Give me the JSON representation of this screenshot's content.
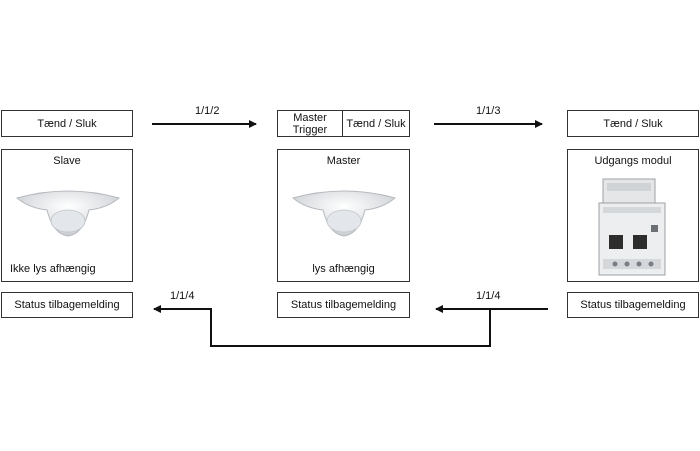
{
  "left": {
    "top_label": "Tænd / Sluk",
    "title": "Slave",
    "caption": "Ikke lys afhængig",
    "status_label": "Status tilbagemelding",
    "device_icon": "motion-sensor-icon"
  },
  "middle": {
    "trigger_label_line1": "Master",
    "trigger_label_line2": "Trigger",
    "top_label": "Tænd / Sluk",
    "title": "Master",
    "caption": "lys afhængig",
    "status_label": "Status tilbagemelding",
    "device_icon": "motion-sensor-icon"
  },
  "right": {
    "top_label": "Tænd / Sluk",
    "title": "Udgangs modul",
    "status_label": "Status tilbagemelding",
    "device_icon": "din-rail-module-icon"
  },
  "links": {
    "slave_to_master": "1/1/2",
    "master_to_output": "1/1/3",
    "status_right": "1/1/4",
    "status_left": "1/1/4"
  }
}
